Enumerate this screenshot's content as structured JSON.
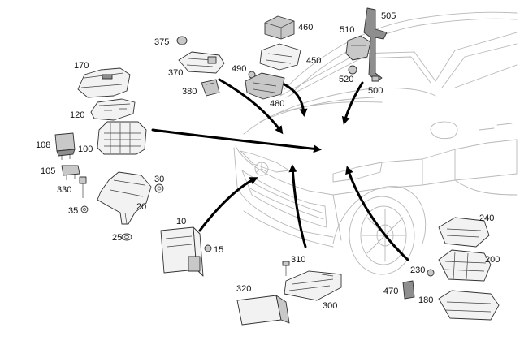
{
  "diagram": {
    "part_labels": {
      "p10": "10",
      "p15": "15",
      "p20": "20",
      "p25": "25",
      "p30": "30",
      "p35": "35",
      "p100": "100",
      "p105": "105",
      "p108": "108",
      "p120": "120",
      "p170": "170",
      "p180": "180",
      "p200": "200",
      "p230": "230",
      "p240": "240",
      "p300": "300",
      "p310": "310",
      "p320": "320",
      "p330": "330",
      "p370": "370",
      "p375": "375",
      "p380": "380",
      "p450": "450",
      "p460": "460",
      "p470": "470",
      "p480": "480",
      "p490": "490",
      "p500": "500",
      "p505": "505",
      "p510": "510",
      "p520": "520"
    },
    "colors": {
      "vehicle_outline": "#b8b8b8",
      "part_outline": "#333333",
      "part_fill": "#f2f2f2",
      "part_dark_fill": "#8e8e8e",
      "arrow": "#000000"
    }
  }
}
